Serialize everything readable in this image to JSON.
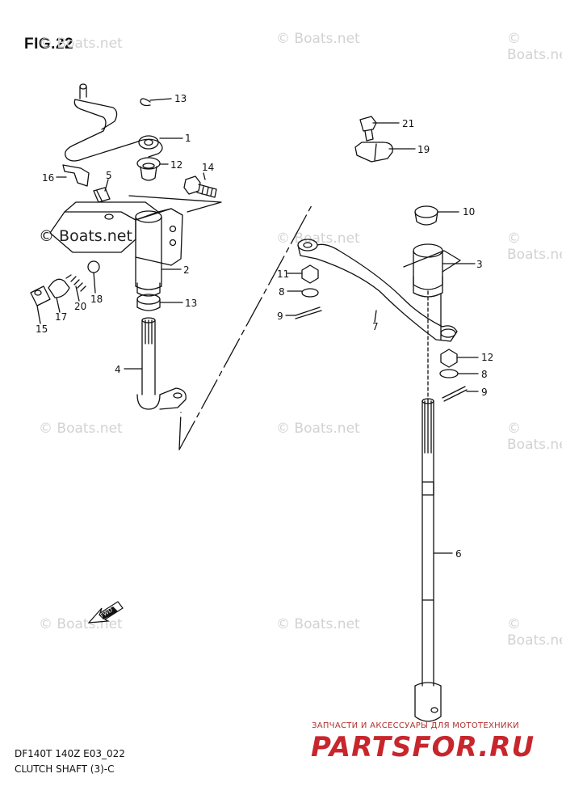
{
  "figure": {
    "title": "FIG.22",
    "caption_line1": "DF140T 140Z E03_022",
    "caption_line2": "CLUTCH SHAFT (3)-C"
  },
  "watermarks": {
    "light_text": "© Boats.net",
    "dark_text": "© Boats.net"
  },
  "branding": {
    "tagline": "ЗАПЧАСТИ И АКСЕССУАРЫ ДЛЯ МОТОТЕХНИКИ",
    "logo": "PARTSFOR.RU"
  },
  "fwd_label": "FWD",
  "callouts": {
    "c13_top": "13",
    "c1": "1",
    "c12_left": "12",
    "c14": "14",
    "c16": "16",
    "c5": "5",
    "c2": "2",
    "c13_mid": "13",
    "c15": "15",
    "c17": "17",
    "c20": "20",
    "c18": "18",
    "c4": "4",
    "c21": "21",
    "c19": "19",
    "c10": "10",
    "c3": "3",
    "c11": "11",
    "c8_left": "8",
    "c9_left": "9",
    "c7": "7",
    "c12_right": "12",
    "c8_right": "8",
    "c9_right": "9",
    "c6": "6"
  },
  "colors": {
    "line": "#111111",
    "watermark": "#d2d2d2",
    "brand_red": "#c8262d"
  }
}
